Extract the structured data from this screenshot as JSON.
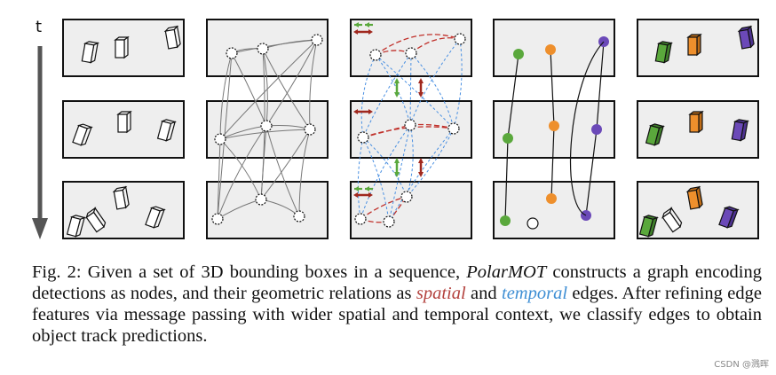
{
  "time_label": "t",
  "colors": {
    "panel_fill": "#eeeeee",
    "panel_stroke": "#111111",
    "arrow": "#555555",
    "graph_edge": "#777777",
    "spatial": "#c0302a",
    "temporal": "#4a90e2",
    "green": "#5aa83c",
    "orange": "#ee8f2c",
    "purple": "#6b49b8"
  },
  "caption": {
    "fig_label": "Fig. 2:",
    "text1": " Given a set of 3D bounding boxes in a sequence, ",
    "method": "PolarMOT",
    "text2": " constructs a graph encoding detections as nodes, and their geometric relations as ",
    "spatial": "spatial",
    "text3": " and ",
    "temporal": "temporal",
    "text4": " edges. After refining edge features via message passing with wider spatial and temporal context, we classify edges to obtain object track predictions."
  },
  "watermark": "CSDN @溅晖"
}
